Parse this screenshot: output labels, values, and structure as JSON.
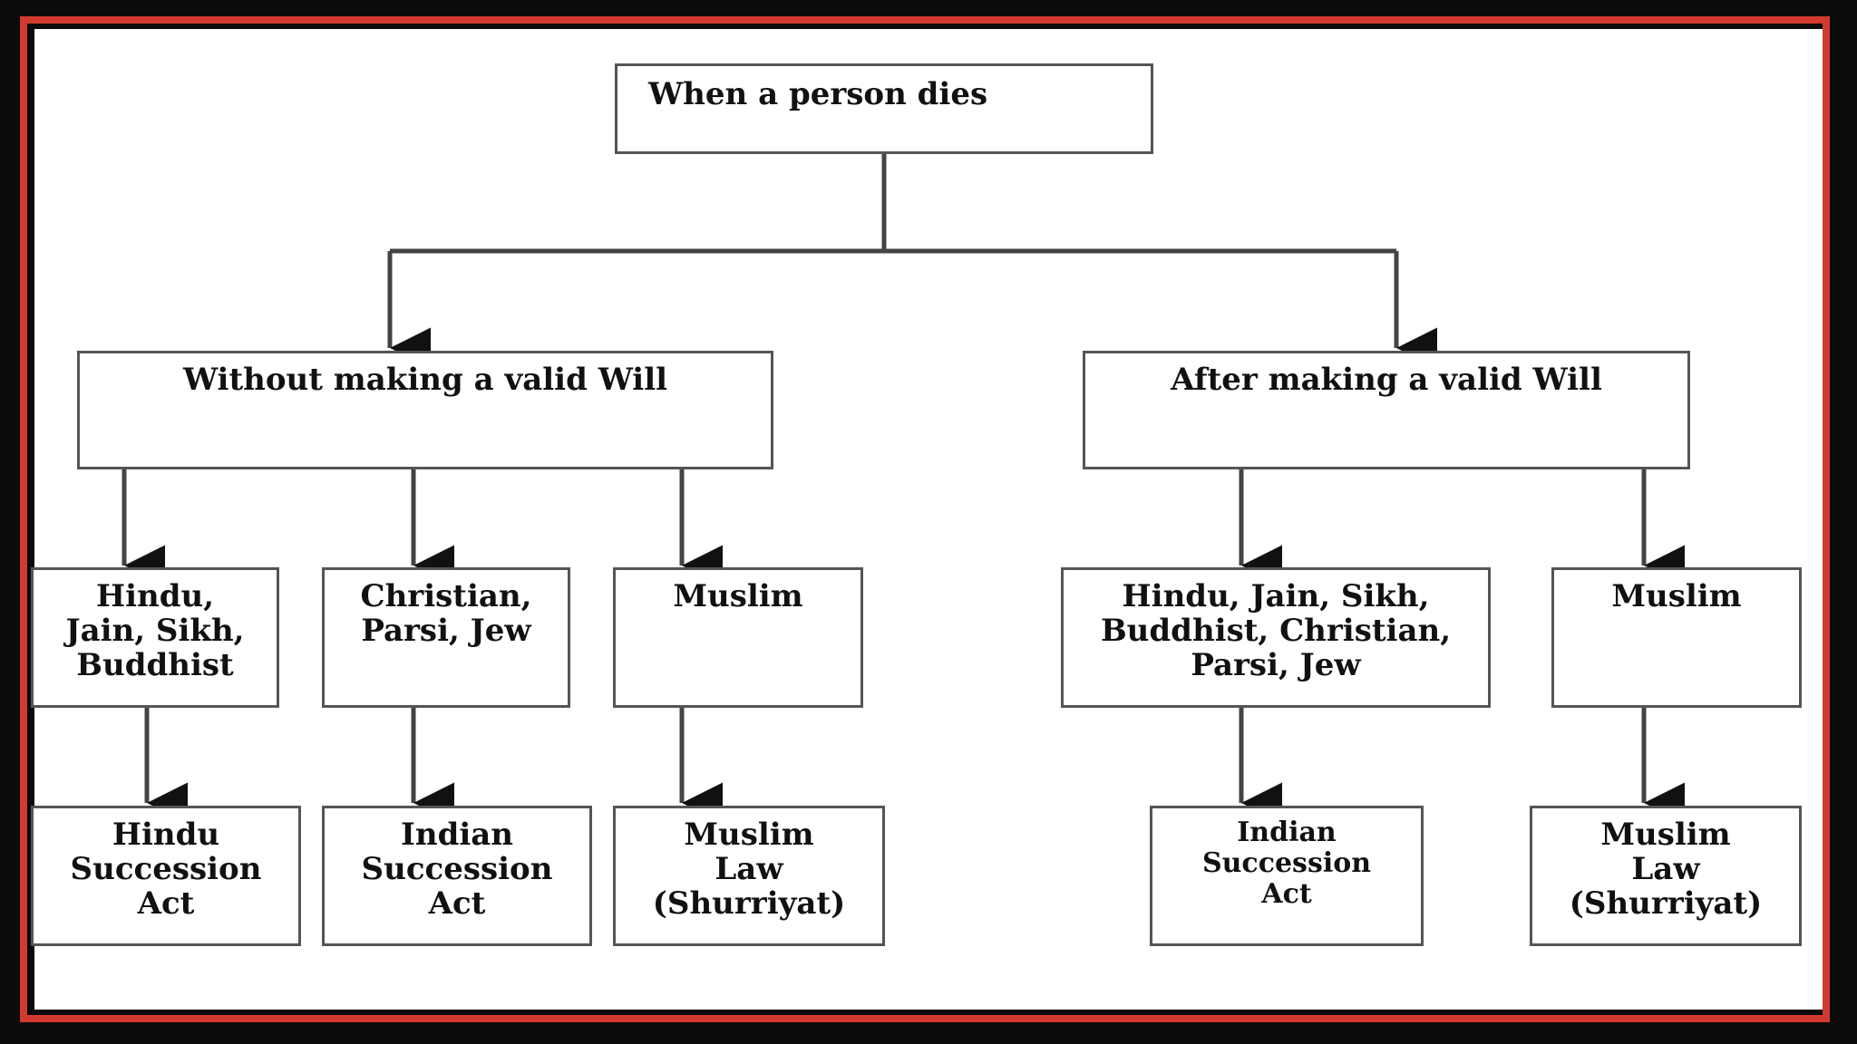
{
  "diagram": {
    "root": {
      "label": "When a person dies"
    },
    "branches": [
      {
        "label": "Without making a valid Will",
        "children": [
          {
            "label": "Hindu,\nJain, Sikh,\nBuddhist",
            "law": "Hindu\nSuccession\nAct"
          },
          {
            "label": "Christian,\nParsi, Jew",
            "law": "Indian\nSuccession\nAct"
          },
          {
            "label": "Muslim",
            "law": "Muslim\nLaw\n(Shurriyat)"
          }
        ]
      },
      {
        "label": "After making a valid Will",
        "children": [
          {
            "label": "Hindu, Jain, Sikh,\nBuddhist, Christian,\nParsi, Jew",
            "law": "Indian\nSuccession\nAct"
          },
          {
            "label": "Muslim",
            "law": "Muslim\nLaw\n(Shurriyat)"
          }
        ]
      }
    ]
  },
  "colors": {
    "frame_border": "#d23a2f",
    "line": "#444444",
    "box_border": "#555555",
    "background": "#ffffff"
  }
}
